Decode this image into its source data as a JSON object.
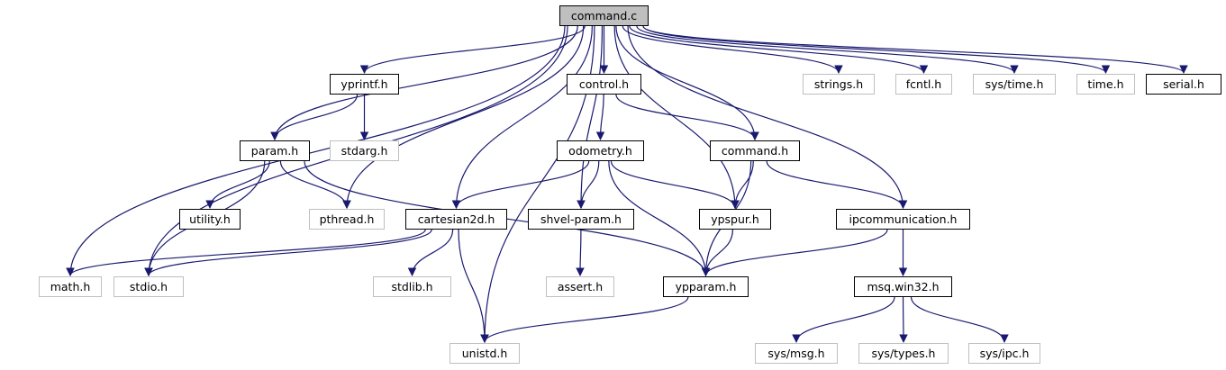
{
  "graph": {
    "nodes": [
      {
        "id": "command_c",
        "label": "command.c",
        "kind": "root"
      },
      {
        "id": "yprintf_h",
        "label": "yprintf.h",
        "kind": "local"
      },
      {
        "id": "control_h",
        "label": "control.h",
        "kind": "local"
      },
      {
        "id": "strings_h",
        "label": "strings.h",
        "kind": "system"
      },
      {
        "id": "fcntl_h",
        "label": "fcntl.h",
        "kind": "system"
      },
      {
        "id": "sys_time_h",
        "label": "sys/time.h",
        "kind": "system"
      },
      {
        "id": "time_h",
        "label": "time.h",
        "kind": "system"
      },
      {
        "id": "serial_h",
        "label": "serial.h",
        "kind": "local"
      },
      {
        "id": "param_h",
        "label": "param.h",
        "kind": "local"
      },
      {
        "id": "stdarg_h",
        "label": "stdarg.h",
        "kind": "system"
      },
      {
        "id": "odometry_h",
        "label": "odometry.h",
        "kind": "local"
      },
      {
        "id": "command_h",
        "label": "command.h",
        "kind": "local"
      },
      {
        "id": "utility_h",
        "label": "utility.h",
        "kind": "local"
      },
      {
        "id": "pthread_h",
        "label": "pthread.h",
        "kind": "system"
      },
      {
        "id": "cartesian2d_h",
        "label": "cartesian2d.h",
        "kind": "local"
      },
      {
        "id": "shvel_param_h",
        "label": "shvel-param.h",
        "kind": "local"
      },
      {
        "id": "ypspur_h",
        "label": "ypspur.h",
        "kind": "local"
      },
      {
        "id": "ipcommunication_h",
        "label": "ipcommunication.h",
        "kind": "local"
      },
      {
        "id": "math_h",
        "label": "math.h",
        "kind": "system"
      },
      {
        "id": "stdio_h",
        "label": "stdio.h",
        "kind": "system"
      },
      {
        "id": "stdlib_h",
        "label": "stdlib.h",
        "kind": "system"
      },
      {
        "id": "assert_h",
        "label": "assert.h",
        "kind": "system"
      },
      {
        "id": "ypparam_h",
        "label": "ypparam.h",
        "kind": "local"
      },
      {
        "id": "msq_win32_h",
        "label": "msq.win32.h",
        "kind": "local"
      },
      {
        "id": "sys_msg_h",
        "label": "sys/msg.h",
        "kind": "system"
      },
      {
        "id": "sys_types_h",
        "label": "sys/types.h",
        "kind": "system"
      },
      {
        "id": "sys_ipc_h",
        "label": "sys/ipc.h",
        "kind": "system"
      },
      {
        "id": "unistd_h",
        "label": "unistd.h",
        "kind": "system"
      }
    ],
    "edges": [
      [
        "command_c",
        "yprintf_h"
      ],
      [
        "command_c",
        "control_h"
      ],
      [
        "command_c",
        "strings_h"
      ],
      [
        "command_c",
        "fcntl_h"
      ],
      [
        "command_c",
        "sys_time_h"
      ],
      [
        "command_c",
        "time_h"
      ],
      [
        "command_c",
        "serial_h"
      ],
      [
        "command_c",
        "param_h"
      ],
      [
        "command_c",
        "math_h"
      ],
      [
        "command_c",
        "stdio_h"
      ],
      [
        "command_c",
        "pthread_h"
      ],
      [
        "command_c",
        "cartesian2d_h"
      ],
      [
        "command_c",
        "shvel_param_h"
      ],
      [
        "command_c",
        "ypspur_h"
      ],
      [
        "command_c",
        "command_h"
      ],
      [
        "command_c",
        "ipcommunication_h"
      ],
      [
        "command_c",
        "unistd_h"
      ],
      [
        "yprintf_h",
        "param_h"
      ],
      [
        "yprintf_h",
        "stdarg_h"
      ],
      [
        "control_h",
        "odometry_h"
      ],
      [
        "control_h",
        "command_h"
      ],
      [
        "param_h",
        "utility_h"
      ],
      [
        "param_h",
        "pthread_h"
      ],
      [
        "param_h",
        "stdio_h"
      ],
      [
        "param_h",
        "ypparam_h"
      ],
      [
        "odometry_h",
        "cartesian2d_h"
      ],
      [
        "odometry_h",
        "shvel_param_h"
      ],
      [
        "odometry_h",
        "ypspur_h"
      ],
      [
        "odometry_h",
        "ypparam_h"
      ],
      [
        "command_h",
        "ypspur_h"
      ],
      [
        "command_h",
        "ipcommunication_h"
      ],
      [
        "command_h",
        "ypparam_h"
      ],
      [
        "cartesian2d_h",
        "math_h"
      ],
      [
        "cartesian2d_h",
        "stdio_h"
      ],
      [
        "cartesian2d_h",
        "stdlib_h"
      ],
      [
        "cartesian2d_h",
        "unistd_h"
      ],
      [
        "shvel_param_h",
        "assert_h"
      ],
      [
        "ypspur_h",
        "ypparam_h"
      ],
      [
        "ipcommunication_h",
        "ypparam_h"
      ],
      [
        "ipcommunication_h",
        "msq_win32_h"
      ],
      [
        "msq_win32_h",
        "sys_msg_h"
      ],
      [
        "msq_win32_h",
        "sys_types_h"
      ],
      [
        "msq_win32_h",
        "sys_ipc_h"
      ],
      [
        "ypparam_h",
        "unistd_h"
      ]
    ],
    "colors": {
      "edge": "#191970",
      "local_border": "#000000",
      "system_border": "#bfbfbf",
      "root_fill": "#bfbfbf"
    }
  }
}
